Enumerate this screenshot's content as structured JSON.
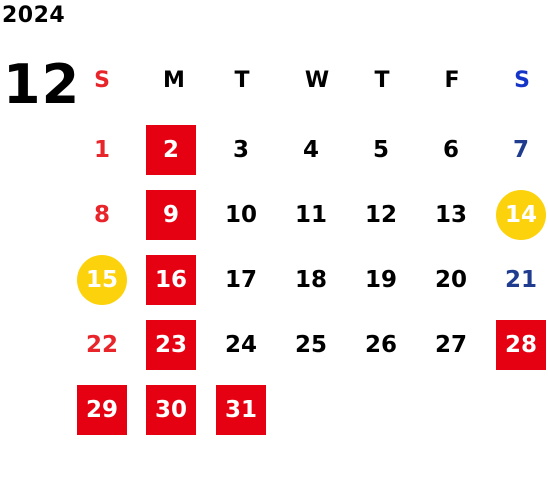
{
  "calendar": {
    "year": "2024",
    "month": "12",
    "weekdays": [
      "S",
      "M",
      "T",
      "W",
      "T",
      "F",
      "S"
    ],
    "colors": {
      "sunday": "#e8252a",
      "saturday": "#1f3c8f",
      "weekday": "#000000",
      "closed": "#e50012",
      "special": "#fbd20c"
    },
    "weeks": [
      [
        {
          "day": "1",
          "mark": ""
        },
        {
          "day": "2",
          "mark": "red"
        },
        {
          "day": "3",
          "mark": ""
        },
        {
          "day": "4",
          "mark": ""
        },
        {
          "day": "5",
          "mark": ""
        },
        {
          "day": "6",
          "mark": ""
        },
        {
          "day": "7",
          "mark": ""
        }
      ],
      [
        {
          "day": "8",
          "mark": ""
        },
        {
          "day": "9",
          "mark": "red"
        },
        {
          "day": "10",
          "mark": ""
        },
        {
          "day": "11",
          "mark": ""
        },
        {
          "day": "12",
          "mark": ""
        },
        {
          "day": "13",
          "mark": ""
        },
        {
          "day": "14",
          "mark": "yellow"
        }
      ],
      [
        {
          "day": "15",
          "mark": "yellow"
        },
        {
          "day": "16",
          "mark": "red"
        },
        {
          "day": "17",
          "mark": ""
        },
        {
          "day": "18",
          "mark": ""
        },
        {
          "day": "19",
          "mark": ""
        },
        {
          "day": "20",
          "mark": ""
        },
        {
          "day": "21",
          "mark": ""
        }
      ],
      [
        {
          "day": "22",
          "mark": ""
        },
        {
          "day": "23",
          "mark": "red"
        },
        {
          "day": "24",
          "mark": ""
        },
        {
          "day": "25",
          "mark": ""
        },
        {
          "day": "26",
          "mark": ""
        },
        {
          "day": "27",
          "mark": ""
        },
        {
          "day": "28",
          "mark": "red"
        }
      ],
      [
        {
          "day": "29",
          "mark": "red"
        },
        {
          "day": "30",
          "mark": "red"
        },
        {
          "day": "31",
          "mark": "red"
        }
      ]
    ]
  }
}
